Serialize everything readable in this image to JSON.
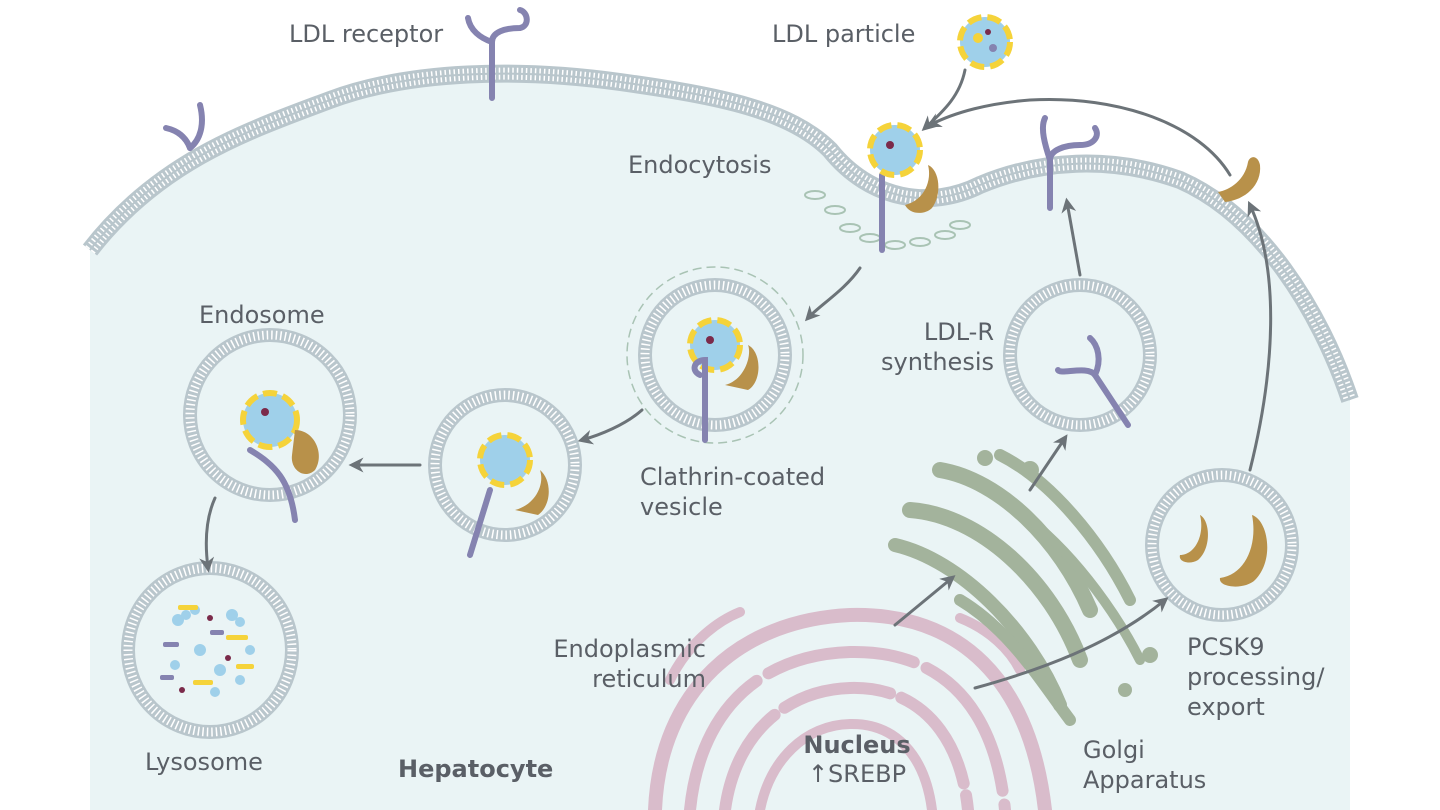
{
  "labels": {
    "ldl_receptor": "LDL receptor",
    "ldl_particle": "LDL particle",
    "endocytosis": "Endocytosis",
    "endosome": "Endosome",
    "clathrin_line1": "Clathrin-coated",
    "clathrin_line2": "vesicle",
    "ldlr_line1": "LDL-R",
    "ldlr_line2": "synthesis",
    "lysosome": "Lysosome",
    "hepatocyte": "Hepatocyte",
    "er_line1": "Endoplasmic",
    "er_line2": "reticulum",
    "nucleus": "Nucleus",
    "srebp": "↑SREBP",
    "golgi_line1": "Golgi",
    "golgi_line2": "Apparatus",
    "pcsk9_line1": "PCSK9",
    "pcsk9_line2": "processing/",
    "pcsk9_line3": "export"
  },
  "colors": {
    "cytoplasm": "#eaf4f5",
    "membrane": "#b9c6cc",
    "receptor": "#8583b0",
    "ldl_yellow": "#f5d33a",
    "ldl_blue": "#9fd0ea",
    "pcsk9": "#b8914a",
    "nucleus": "#cfaec0",
    "golgi": "#a3b39c",
    "clathrin": "#a9c3b4",
    "arrow": "#6c7378",
    "text": "#5a5f66"
  }
}
